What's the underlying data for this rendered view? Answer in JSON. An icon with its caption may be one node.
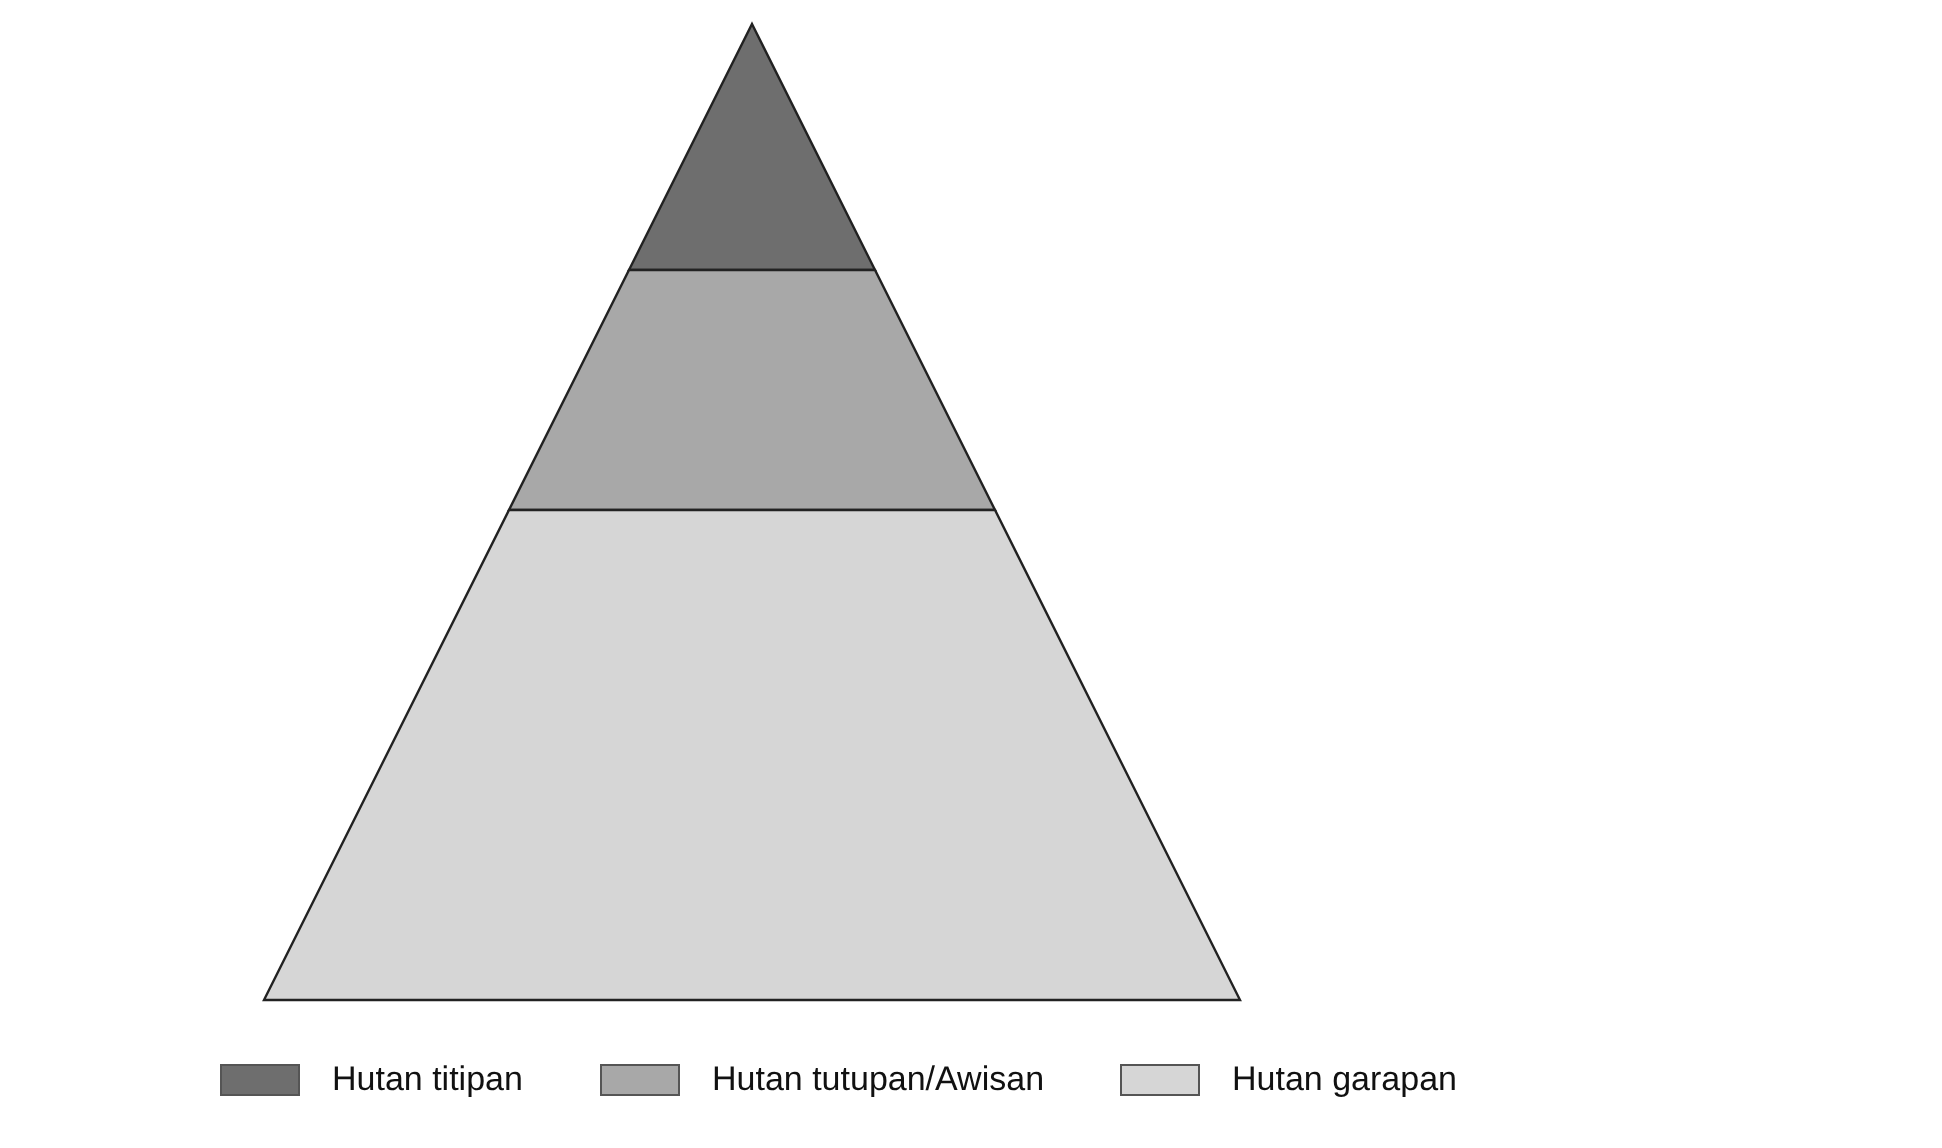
{
  "diagram": {
    "legend": [
      {
        "text": "Hutan titipan",
        "color": "#6e6e6e"
      },
      {
        "text": "Hutan tutupan/Awisan",
        "color": "#a8a8a8"
      },
      {
        "text": "Hutan garapan",
        "color": "#d6d6d6"
      }
    ]
  }
}
